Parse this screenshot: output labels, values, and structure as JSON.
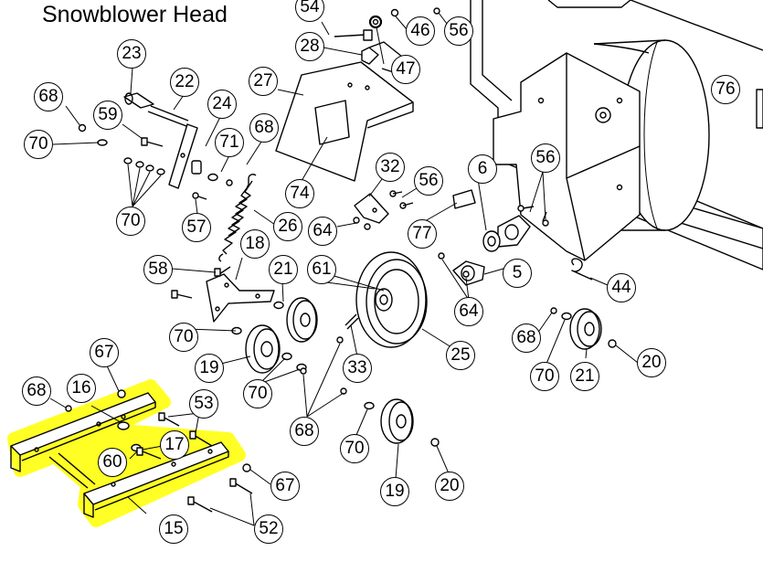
{
  "title": "Snowblower Head",
  "colors": {
    "highlight": "#ffff00",
    "line": "#000000",
    "background": "#ffffff",
    "part_fill": "#ffffff"
  },
  "parts": {
    "p5": "5",
    "p6": "6",
    "p15": "15",
    "p16": "16",
    "p17": "17",
    "p18": "18",
    "p19a": "19",
    "p19b": "19",
    "p20a": "20",
    "p20b": "20",
    "p21a": "21",
    "p21b": "21",
    "p22": "22",
    "p23": "23",
    "p24": "24",
    "p25": "25",
    "p26": "26",
    "p27": "27",
    "p28": "28",
    "p32": "32",
    "p33": "33",
    "p44": "44",
    "p46": "46",
    "p47": "47",
    "p52": "52",
    "p53": "53",
    "p54": "54",
    "p56a": "56",
    "p56b": "56",
    "p56c": "56",
    "p57": "57",
    "p58": "58",
    "p59": "59",
    "p60": "60",
    "p61": "61",
    "p64a": "64",
    "p64b": "64",
    "p67a": "67",
    "p67b": "67",
    "p68a": "68",
    "p68b": "68",
    "p68c": "68",
    "p68d": "68",
    "p68e": "68",
    "p70a": "70",
    "p70b": "70",
    "p70c": "70",
    "p70d": "70",
    "p70e": "70",
    "p70f": "70",
    "p71": "71",
    "p74": "74",
    "p76": "76",
    "p77": "77"
  }
}
